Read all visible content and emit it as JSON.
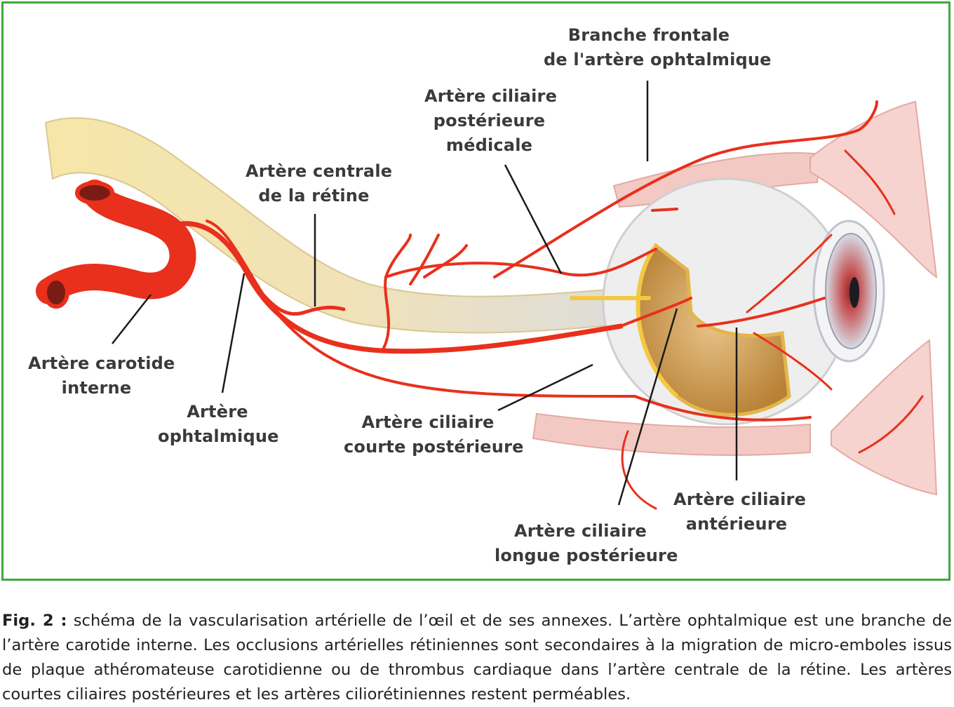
{
  "figure": {
    "labels": {
      "branche_frontale": [
        "Branche frontale",
        "de l'artère ophtalmique"
      ],
      "ciliaire_post_mediale": [
        "Artère ciliaire",
        "postérieure",
        "médicale"
      ],
      "centrale_retine": [
        "Artère centrale",
        "de la rétine"
      ],
      "carotide_interne": [
        "Artère carotide",
        "interne"
      ],
      "ophtalmique": [
        "Artère",
        "ophtalmique"
      ],
      "ciliaire_courte": [
        "Artère ciliaire",
        "courte postérieure"
      ],
      "ciliaire_longue": [
        "Artère ciliaire",
        "longue postérieure"
      ],
      "ciliaire_anterieure": [
        "Artère ciliaire",
        "antérieure"
      ]
    },
    "colors": {
      "border": "#3ea93a",
      "artery": "#e8301c",
      "nerve": "#f0dca0",
      "sclera": "#ececec",
      "muscle": "#f2c3bd",
      "choroid": "#c9954a"
    }
  },
  "caption": {
    "prefix": "Fig. 2 :",
    "text": " schéma de la vascularisation artérielle de l’œil et de ses annexes. L’artère ophtalmique est une branche de l’artère carotide interne. Les occlusions artérielles rétiniennes sont secondaires à la migration de micro-emboles issus de plaque athéromateuse carotidienne ou de thrombus cardiaque dans l’artère centrale de la rétine. Les artères courtes ciliaires postérieures et les artères ciliorétiniennes restent perméables."
  }
}
